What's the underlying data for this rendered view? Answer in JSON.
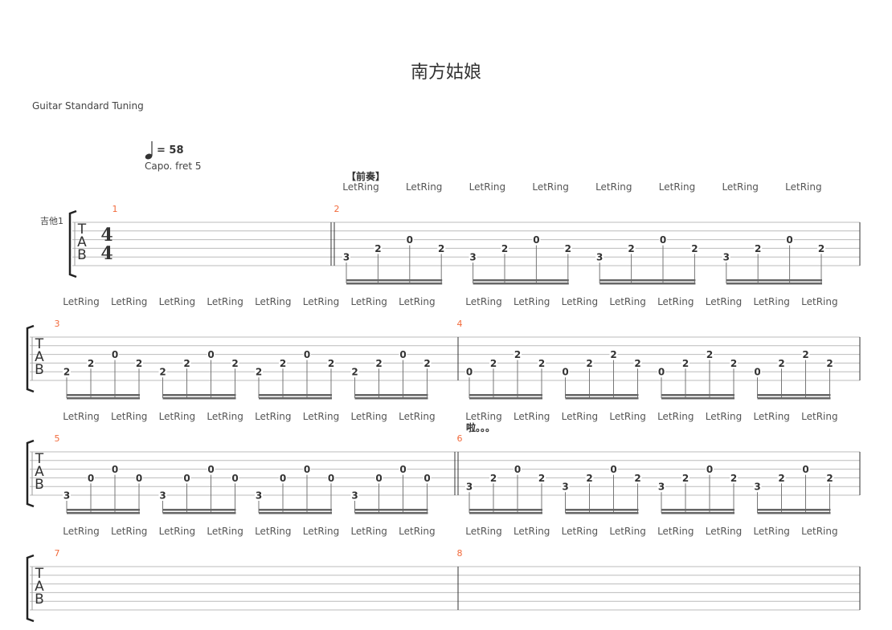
{
  "title": "南方姑娘",
  "tuning": "Guitar Standard Tuning",
  "tempo": {
    "note_icon": "quarter-note-icon",
    "text": "= 58"
  },
  "capo": "Capo. fret 5",
  "instrument": "吉他1",
  "tab_clef": [
    "T",
    "A",
    "B"
  ],
  "colors": {
    "measure_number": "#f26a3b",
    "staff": "#bbbbbb",
    "text": "#333333"
  },
  "systems": [
    {
      "letring": [
        "LetRing",
        "LetRing",
        "LetRing",
        "LetRing",
        "LetRing",
        "LetRing",
        "LetRing",
        "LetRing"
      ],
      "measures": [
        {
          "number": "1",
          "time_signature": [
            "4",
            "4"
          ],
          "beats": []
        },
        {
          "number": "2",
          "section": "【前奏】",
          "beats": [
            [
              [
                5,
                "3"
              ],
              [
                4,
                "2"
              ],
              [
                3,
                "0"
              ],
              [
                4,
                "2"
              ]
            ],
            [
              [
                5,
                "3"
              ],
              [
                4,
                "2"
              ],
              [
                3,
                "0"
              ],
              [
                4,
                "2"
              ]
            ],
            [
              [
                5,
                "3"
              ],
              [
                4,
                "2"
              ],
              [
                3,
                "0"
              ],
              [
                4,
                "2"
              ]
            ],
            [
              [
                5,
                "3"
              ],
              [
                4,
                "2"
              ],
              [
                3,
                "0"
              ],
              [
                4,
                "2"
              ]
            ]
          ]
        }
      ]
    },
    {
      "letring": [
        "LetRing",
        "LetRing",
        "LetRing",
        "LetRing",
        "LetRing",
        "LetRing",
        "LetRing",
        "LetRing",
        "LetRing",
        "LetRing",
        "LetRing",
        "LetRing",
        "LetRing",
        "LetRing",
        "LetRing",
        "LetRing"
      ],
      "measures": [
        {
          "number": "3",
          "beats": [
            [
              [
                5,
                "2"
              ],
              [
                4,
                "2"
              ],
              [
                3,
                "0"
              ],
              [
                4,
                "2"
              ]
            ],
            [
              [
                5,
                "2"
              ],
              [
                4,
                "2"
              ],
              [
                3,
                "0"
              ],
              [
                4,
                "2"
              ]
            ],
            [
              [
                5,
                "2"
              ],
              [
                4,
                "2"
              ],
              [
                3,
                "0"
              ],
              [
                4,
                "2"
              ]
            ],
            [
              [
                5,
                "2"
              ],
              [
                4,
                "2"
              ],
              [
                3,
                "0"
              ],
              [
                4,
                "2"
              ]
            ]
          ]
        },
        {
          "number": "4",
          "beats": [
            [
              [
                5,
                "0"
              ],
              [
                4,
                "2"
              ],
              [
                3,
                "2"
              ],
              [
                4,
                "2"
              ]
            ],
            [
              [
                5,
                "0"
              ],
              [
                4,
                "2"
              ],
              [
                3,
                "2"
              ],
              [
                4,
                "2"
              ]
            ],
            [
              [
                5,
                "0"
              ],
              [
                4,
                "2"
              ],
              [
                3,
                "2"
              ],
              [
                4,
                "2"
              ]
            ],
            [
              [
                5,
                "0"
              ],
              [
                4,
                "2"
              ],
              [
                3,
                "2"
              ],
              [
                4,
                "2"
              ]
            ]
          ]
        }
      ]
    },
    {
      "letring": [
        "LetRing",
        "LetRing",
        "LetRing",
        "LetRing",
        "LetRing",
        "LetRing",
        "LetRing",
        "LetRing",
        "LetRing",
        "LetRing",
        "LetRing",
        "LetRing",
        "LetRing",
        "LetRing",
        "LetRing",
        "LetRing"
      ],
      "lyric": "啦。。。",
      "measures": [
        {
          "number": "5",
          "beats": [
            [
              [
                6,
                "3"
              ],
              [
                4,
                "0"
              ],
              [
                3,
                "0"
              ],
              [
                4,
                "0"
              ]
            ],
            [
              [
                6,
                "3"
              ],
              [
                4,
                "0"
              ],
              [
                3,
                "0"
              ],
              [
                4,
                "0"
              ]
            ],
            [
              [
                6,
                "3"
              ],
              [
                4,
                "0"
              ],
              [
                3,
                "0"
              ],
              [
                4,
                "0"
              ]
            ],
            [
              [
                6,
                "3"
              ],
              [
                4,
                "0"
              ],
              [
                3,
                "0"
              ],
              [
                4,
                "0"
              ]
            ]
          ]
        },
        {
          "number": "6",
          "beats": [
            [
              [
                5,
                "3"
              ],
              [
                4,
                "2"
              ],
              [
                3,
                "0"
              ],
              [
                4,
                "2"
              ]
            ],
            [
              [
                5,
                "3"
              ],
              [
                4,
                "2"
              ],
              [
                3,
                "0"
              ],
              [
                4,
                "2"
              ]
            ],
            [
              [
                5,
                "3"
              ],
              [
                4,
                "2"
              ],
              [
                3,
                "0"
              ],
              [
                4,
                "2"
              ]
            ],
            [
              [
                5,
                "3"
              ],
              [
                4,
                "2"
              ],
              [
                3,
                "0"
              ],
              [
                4,
                "2"
              ]
            ]
          ]
        }
      ]
    },
    {
      "letring": [
        "LetRing",
        "LetRing",
        "LetRing",
        "LetRing",
        "LetRing",
        "LetRing",
        "LetRing",
        "LetRing",
        "LetRing",
        "LetRing",
        "LetRing",
        "LetRing",
        "LetRing",
        "LetRing",
        "LetRing",
        "LetRing"
      ],
      "measures": [
        {
          "number": "7",
          "beats": []
        },
        {
          "number": "8",
          "beats": []
        }
      ]
    }
  ]
}
